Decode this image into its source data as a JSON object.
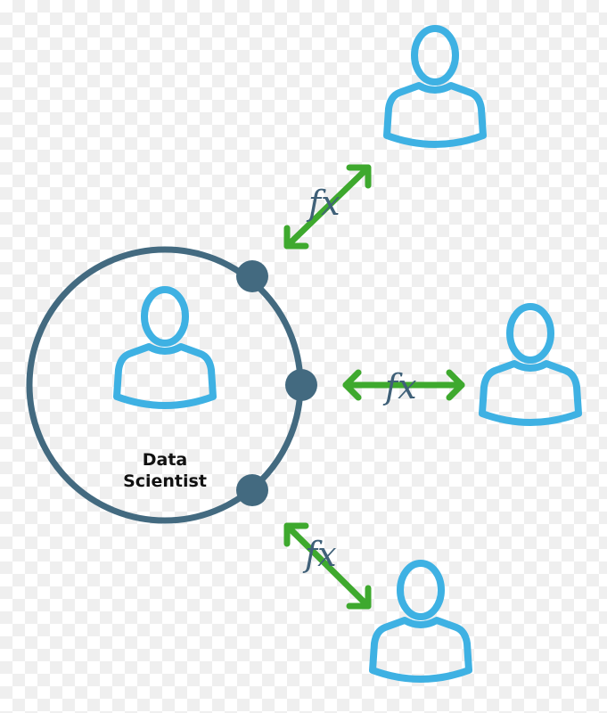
{
  "diagram": {
    "center_node": {
      "label_line1": "Data",
      "label_line2": "Scientist",
      "icon": "person-icon"
    },
    "peers": [
      {
        "icon": "person-icon",
        "position": "top-right"
      },
      {
        "icon": "person-icon",
        "position": "right"
      },
      {
        "icon": "person-icon",
        "position": "bottom-right"
      }
    ],
    "connections": [
      {
        "label": "fx",
        "icon": "bidirectional-arrow-icon",
        "to": "top-right"
      },
      {
        "label": "fx",
        "icon": "bidirectional-arrow-icon",
        "to": "right"
      },
      {
        "label": "fx",
        "icon": "bidirectional-arrow-icon",
        "to": "bottom-right"
      }
    ],
    "colors": {
      "ring": "#436a80",
      "person": "#3eb1e3",
      "arrow": "#3ea92e",
      "fx_text": "#3f6078",
      "label_text": "#111111"
    }
  }
}
